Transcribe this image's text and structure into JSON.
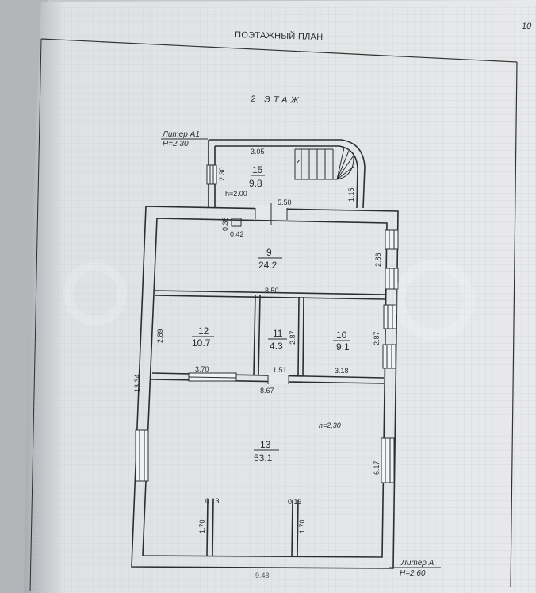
{
  "header": {
    "title": "ПОЭТАЖНЫЙ ПЛАН",
    "page_number": "10"
  },
  "floor_label": "2  ЭТАЖ",
  "liters": {
    "a1": {
      "name": "Литер А1",
      "height": "Н=2.30"
    },
    "a": {
      "name": "Литер А",
      "height": "Н=2.60"
    }
  },
  "rooms": [
    {
      "id": "15",
      "number": "15",
      "area": "9.8"
    },
    {
      "id": "9",
      "number": "9",
      "area": "24.2"
    },
    {
      "id": "12",
      "number": "12",
      "area": "10.7"
    },
    {
      "id": "11",
      "number": "11",
      "area": "4.3"
    },
    {
      "id": "10",
      "number": "10",
      "area": "9.1"
    },
    {
      "id": "13",
      "number": "13",
      "area": "53.1"
    }
  ],
  "dimensions": {
    "d305": "3.05",
    "d230": "2.30",
    "d115": "1.15",
    "h200": "h=2.00",
    "d550": "5.50",
    "d035": "0.35",
    "d042": "0.42",
    "d286": "2.86",
    "d850": "8.50",
    "d289": "2.89",
    "d287a": "2.87",
    "d287b": "2.87",
    "d370": "3.70",
    "d151": "1.51",
    "d318": "3.18",
    "d1334": "13.34",
    "d867": "8.67",
    "h230": "h=2,30",
    "d617": "6.17",
    "d013a": "0.13",
    "d013b": "0.13",
    "d170a": "1.70",
    "d170b": "1.70",
    "d948": "9.48"
  }
}
